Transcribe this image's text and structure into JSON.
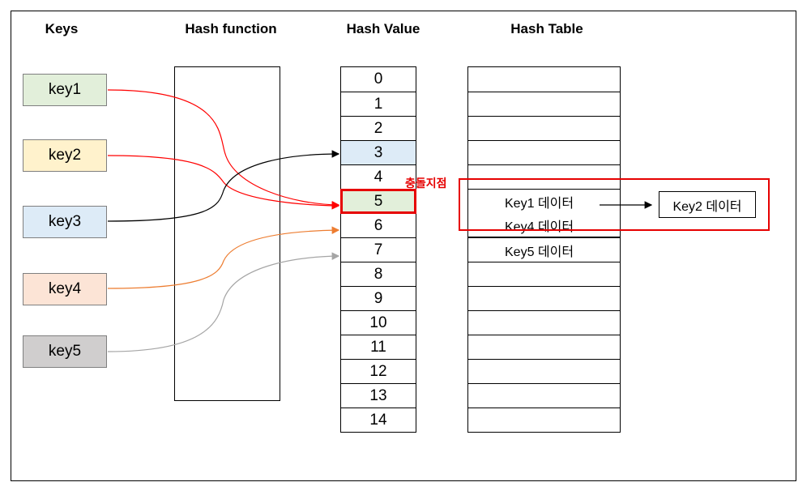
{
  "headers": {
    "keys": "Keys",
    "hash_function": "Hash function",
    "hash_value": "Hash Value",
    "hash_table": "Hash Table"
  },
  "keys": [
    {
      "label": "key1",
      "color": "#e2efda"
    },
    {
      "label": "key2",
      "color": "#fff2cc"
    },
    {
      "label": "key3",
      "color": "#ddebf7"
    },
    {
      "label": "key4",
      "color": "#fce4d6"
    },
    {
      "label": "key5",
      "color": "#d0cece"
    }
  ],
  "hash_values": [
    "0",
    "1",
    "2",
    "3",
    "4",
    "5",
    "6",
    "7",
    "8",
    "9",
    "10",
    "11",
    "12",
    "13",
    "14"
  ],
  "highlight": {
    "index_3_color": "#ddebf7",
    "index_5_color": "#e2efda",
    "collision_color": "#e60000"
  },
  "hash_table": {
    "rows": [
      "",
      "",
      "",
      "",
      "",
      "Key1 데이터",
      "Key4 데이터",
      "Key5 데이터",
      "",
      "",
      "",
      "",
      "",
      "",
      ""
    ],
    "chain_item": "Key2 데이터"
  },
  "collision_label": "충돌지점",
  "link_colors": {
    "key1": "#ff0000",
    "key2": "#ff0000",
    "key3": "#000000",
    "key4": "#ed7d31",
    "key5": "#a5a5a5"
  }
}
